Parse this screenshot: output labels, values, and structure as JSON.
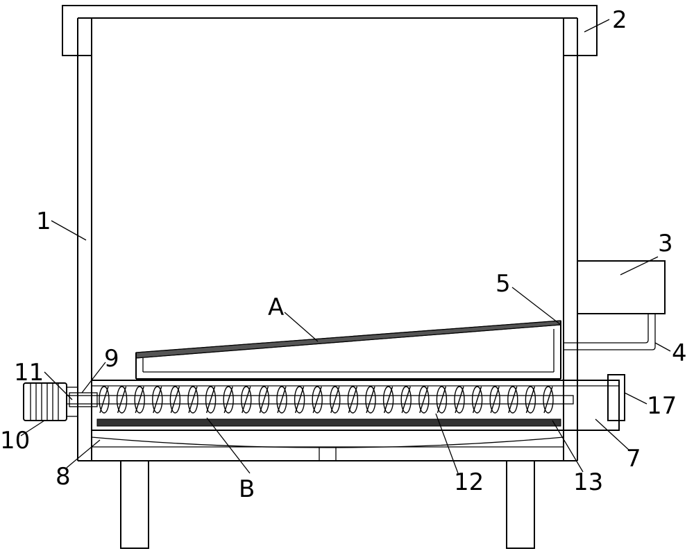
{
  "labels": {
    "n1": "1",
    "n2": "2",
    "n3": "3",
    "n4": "4",
    "n5": "5",
    "n7": "7",
    "n8": "8",
    "n9": "9",
    "n10": "10",
    "n11": "11",
    "n12": "12",
    "n13": "13",
    "n17": "17",
    "A": "A",
    "B": "B"
  }
}
